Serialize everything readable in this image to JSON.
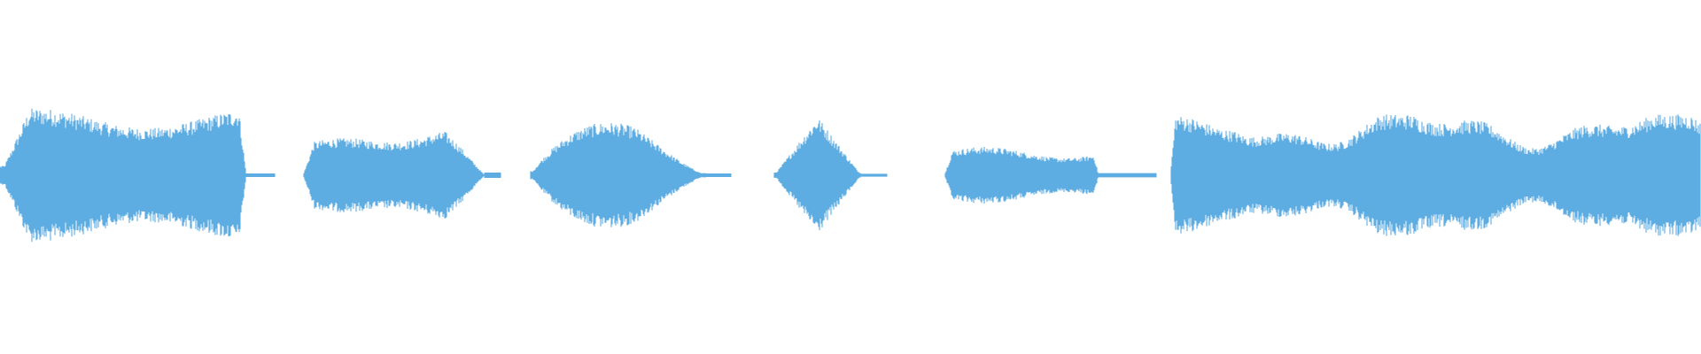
{
  "waveform": {
    "color": "#5dade2",
    "segments": [
      {
        "start": 0.0,
        "end": 0.145,
        "peak": 0.33,
        "shape": "plateau"
      },
      {
        "start": 0.178,
        "end": 0.285,
        "peak": 0.24,
        "shape": "rise"
      },
      {
        "start": 0.312,
        "end": 0.415,
        "peak": 0.26,
        "shape": "hump"
      },
      {
        "start": 0.455,
        "end": 0.506,
        "peak": 0.29,
        "shape": "diamond"
      },
      {
        "start": 0.555,
        "end": 0.646,
        "peak": 0.14,
        "shape": "flat"
      },
      {
        "start": 0.688,
        "end": 1.0,
        "peak": 0.3,
        "shape": "wide"
      }
    ],
    "quiet_ranges": [
      {
        "start": 0.145,
        "end": 0.162,
        "level": 0.01
      },
      {
        "start": 0.285,
        "end": 0.295,
        "level": 0.015
      },
      {
        "start": 0.415,
        "end": 0.43,
        "level": 0.01
      },
      {
        "start": 0.506,
        "end": 0.522,
        "level": 0.008
      },
      {
        "start": 0.646,
        "end": 0.68,
        "level": 0.012
      }
    ]
  }
}
